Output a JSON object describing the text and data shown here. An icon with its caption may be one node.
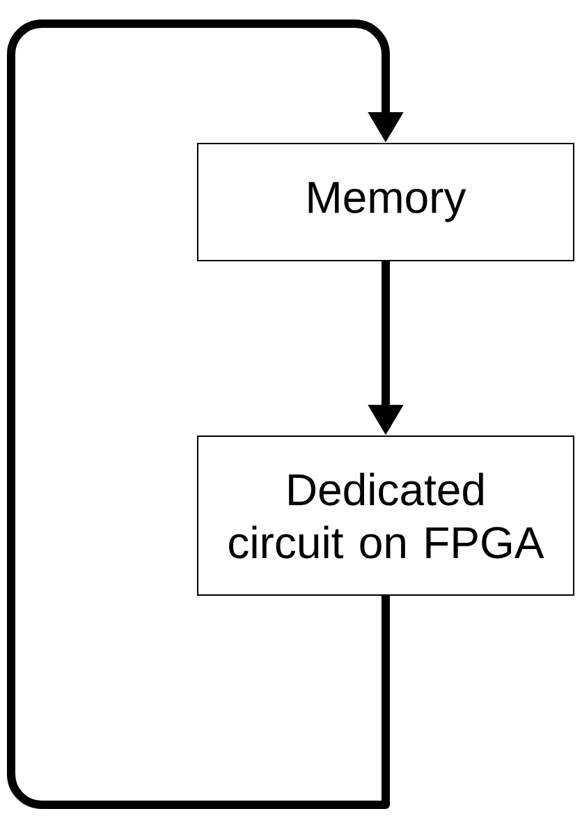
{
  "diagram": {
    "nodes": [
      {
        "text": [
          "Memory"
        ]
      },
      {
        "text": [
          "Dedicated circuit on FPGA"
        ]
      }
    ],
    "edges": [
      {
        "from": 0,
        "to": 1,
        "arrow": "to"
      },
      {
        "from": 1,
        "to": 0,
        "arrow": "to"
      }
    ]
  }
}
